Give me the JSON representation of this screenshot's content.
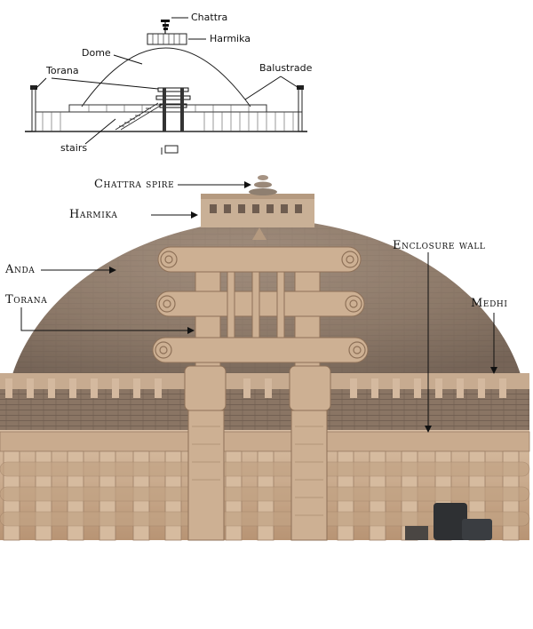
{
  "sketch": {
    "labels": {
      "chattra": "Chattra",
      "harmika": "Harmika",
      "dome": "Dome",
      "torana": "Torana",
      "balustrade": "Balustrade",
      "stairs": "stairs"
    }
  },
  "photo": {
    "labels": {
      "chattra_spire": "Chattra spire",
      "harmika": "Harmika",
      "anda": "Anda",
      "torana": "Torana",
      "enclosure_wall": "Enclosure wall",
      "medhi": "Medhi"
    }
  },
  "colors": {
    "ink": "#111111",
    "stone_dome": "#8a7a6c",
    "stone_sand": "#c9a888",
    "background": "#ffffff"
  }
}
